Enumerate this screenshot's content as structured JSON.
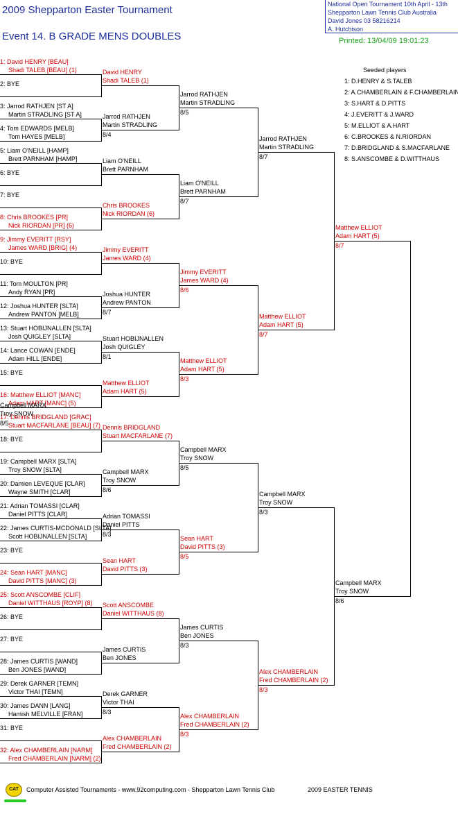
{
  "header": {
    "title": "2009 Shepparton Easter Tournament",
    "event": "Event 14. B GRADE MENS DOUBLES",
    "info": [
      "National Open Tournament   10th April - 13th",
      "Shepparton Lawn Tennis Club    Australia",
      "David Jones    03 58216214",
      "A. Hutchison"
    ],
    "printed": "Printed: 13/04/09 19:01:23"
  },
  "seeds": {
    "title": "Seeded players",
    "items": [
      "1: D.HENRY & S.TALEB",
      "2: A.CHAMBERLAIN & F.CHAMBERLAIN",
      "3: S.HART & D.PITTS",
      "4: J.EVERITT & J.WARD",
      "5: M.ELLIOT & A.HART",
      "6: C.BROOKES & N.RIORDAN",
      "7: D.BRIDGLAND & S.MACFARLANE",
      "8: S.ANSCOMBE & D.WITTHAUS"
    ]
  },
  "draw": [
    {
      "a": "1: David HENRY [BEAU]",
      "b": "Shadi TALEB [BEAU] (1)",
      "seed": true
    },
    {
      "a": "2: BYE",
      "b": "",
      "seed": false
    },
    {
      "a": "3: Jarrod RATHJEN [ST A]",
      "b": "Martin STRADLING [ST A]",
      "seed": false
    },
    {
      "a": "4: Tom EDWARDS [MELB]",
      "b": "Tom HAYES [MELB]",
      "seed": false
    },
    {
      "a": "5: Liam O'NEILL [HAMP]",
      "b": "Brett PARNHAM [HAMP]",
      "seed": false
    },
    {
      "a": "6: BYE",
      "b": "",
      "seed": false
    },
    {
      "a": "7: BYE",
      "b": "",
      "seed": false
    },
    {
      "a": "8: Chris BROOKES [PR]",
      "b": "Nick RIORDAN [PR] (6)",
      "seed": true
    },
    {
      "a": "9: Jimmy EVERITT [RSY]",
      "b": "James WARD [BRIG] (4)",
      "seed": true
    },
    {
      "a": "10: BYE",
      "b": "",
      "seed": false
    },
    {
      "a": "11: Tom MOULTON [PR]",
      "b": "Andy RYAN [PR]",
      "seed": false
    },
    {
      "a": "12: Joshua HUNTER [SLTA]",
      "b": "Andrew PANTON [MELB]",
      "seed": false
    },
    {
      "a": "13: Stuart HOBIJNALLEN [SLTA]",
      "b": "Josh QUIGLEY [SLTA]",
      "seed": false
    },
    {
      "a": "14: Lance COWAN [ENDE]",
      "b": "Adam HILL [ENDE]",
      "seed": false
    },
    {
      "a": "15: BYE",
      "b": "",
      "seed": false
    },
    {
      "a": "16: Matthew ELLIOT [MANC]",
      "b": "Adam HART [MANC] (5)",
      "seed": true
    },
    {
      "a": "17: Dennis BRIDGLAND [GRAC]",
      "b": "Stuart MACFARLANE [BEAU] (7)",
      "seed": true
    },
    {
      "a": "18: BYE",
      "b": "",
      "seed": false
    },
    {
      "a": "19: Campbell MARX [SLTA]",
      "b": "Troy SNOW [SLTA]",
      "seed": false
    },
    {
      "a": "20: Damien LEVEQUE [CLAR]",
      "b": "Wayne SMITH [CLAR]",
      "seed": false
    },
    {
      "a": "21: Adrian TOMASSI [CLAR]",
      "b": "Daniel PITTS [CLAR]",
      "seed": false
    },
    {
      "a": "22: James CURTIS-MCDONALD [SLTA]",
      "b": "Scott HOBIJNALLEN [SLTA]",
      "seed": false
    },
    {
      "a": "23: BYE",
      "b": "",
      "seed": false
    },
    {
      "a": "24: Sean HART [MANC]",
      "b": "David PITTS [MANC] (3)",
      "seed": true
    },
    {
      "a": "25: Scott ANSCOMBE [CLIF]",
      "b": "Daniel WITTHAUS [ROYP] (8)",
      "seed": true
    },
    {
      "a": "26: BYE",
      "b": "",
      "seed": false
    },
    {
      "a": "27: BYE",
      "b": "",
      "seed": false
    },
    {
      "a": "28: James CURTIS [WAND]",
      "b": "Ben JONES [WAND]",
      "seed": false
    },
    {
      "a": "29: Derek GARNER [TEMN]",
      "b": "Victor THAI [TEMN]",
      "seed": false
    },
    {
      "a": "30: James DANN [LANG]",
      "b": "Hamish MELVILLE [FRAN]",
      "seed": false
    },
    {
      "a": "31: BYE",
      "b": "",
      "seed": false
    },
    {
      "a": "32: Alex CHAMBERLAIN [NARM]",
      "b": "Fred CHAMBERLAIN [NARM] (2)",
      "seed": true
    }
  ],
  "rounds": [
    [
      {
        "a": "David HENRY",
        "b": "Shadi TALEB (1)",
        "score": "",
        "seed": true
      },
      {
        "a": "Jarrod RATHJEN",
        "b": "Martin STRADLING",
        "score": "8/4",
        "seed": false
      },
      {
        "a": "Liam O'NEILL",
        "b": "Brett PARNHAM",
        "score": "",
        "seed": false
      },
      {
        "a": "Chris BROOKES",
        "b": "Nick RIORDAN (6)",
        "score": "",
        "seed": true
      },
      {
        "a": "Jimmy EVERITT",
        "b": "James WARD (4)",
        "score": "",
        "seed": true
      },
      {
        "a": "Joshua HUNTER",
        "b": "Andrew PANTON",
        "score": "8/7",
        "seed": false
      },
      {
        "a": "Stuart HOBIJNALLEN",
        "b": "Josh QUIGLEY",
        "score": "8/1",
        "seed": false
      },
      {
        "a": "Matthew ELLIOT",
        "b": "Adam HART (5)",
        "score": "",
        "seed": true
      },
      {
        "a": "Dennis BRIDGLAND",
        "b": "Stuart MACFARLANE (7)",
        "score": "",
        "seed": true
      },
      {
        "a": "Campbell MARX",
        "b": "Troy SNOW",
        "score": "8/6",
        "seed": false
      },
      {
        "a": "Adrian TOMASSI",
        "b": "Daniel PITTS",
        "score": "8/3",
        "seed": false
      },
      {
        "a": "Sean HART",
        "b": "David PITTS (3)",
        "score": "",
        "seed": true
      },
      {
        "a": "Scott ANSCOMBE",
        "b": "Daniel WITTHAUS (8)",
        "score": "",
        "seed": true
      },
      {
        "a": "James CURTIS",
        "b": "Ben JONES",
        "score": "",
        "seed": false
      },
      {
        "a": "Derek GARNER",
        "b": "Victor THAI",
        "score": "8/3",
        "seed": false
      },
      {
        "a": "Alex CHAMBERLAIN",
        "b": "Fred CHAMBERLAIN (2)",
        "score": "",
        "seed": true
      }
    ],
    [
      {
        "a": "Jarrod RATHJEN",
        "b": "Martin STRADLING",
        "score": "8/5",
        "seed": false
      },
      {
        "a": "Liam O'NEILL",
        "b": "Brett PARNHAM",
        "score": "8/7",
        "seed": false
      },
      {
        "a": "Jimmy EVERITT",
        "b": "James WARD (4)",
        "score": "8/6",
        "seed": true
      },
      {
        "a": "Matthew ELLIOT",
        "b": "Adam HART (5)",
        "score": "8/3",
        "seed": true
      },
      {
        "a": "Campbell MARX",
        "b": "Troy SNOW",
        "score": "8/5",
        "seed": false
      },
      {
        "a": "Sean HART",
        "b": "David PITTS (3)",
        "score": "8/5",
        "seed": true
      },
      {
        "a": "James CURTIS",
        "b": "Ben JONES",
        "score": "8/3",
        "seed": false
      },
      {
        "a": "Alex CHAMBERLAIN",
        "b": "Fred CHAMBERLAIN (2)",
        "score": "8/3",
        "seed": true
      }
    ],
    [
      {
        "a": "Jarrod RATHJEN",
        "b": "Martin STRADLING",
        "score": "8/7",
        "seed": false
      },
      {
        "a": "Matthew ELLIOT",
        "b": "Adam HART (5)",
        "score": "8/7",
        "seed": true
      },
      {
        "a": "Campbell MARX",
        "b": "Troy SNOW",
        "score": "8/3",
        "seed": false
      },
      {
        "a": "Alex CHAMBERLAIN",
        "b": "Fred CHAMBERLAIN (2)",
        "score": "8/3",
        "seed": true
      }
    ],
    [
      {
        "a": "Matthew ELLIOT",
        "b": "Adam HART (5)",
        "score": "8/7",
        "seed": true
      },
      {
        "a": "Campbell MARX",
        "b": "Troy SNOW",
        "score": "8/6",
        "seed": false
      }
    ],
    [
      {
        "a": "Campbell MARX",
        "b": "Troy SNOW",
        "score": "8/5",
        "seed": false
      }
    ]
  ],
  "footer": {
    "logo": "CAT",
    "text": "Computer Assisted Tournaments - www.92computing.com -  Shepparton Lawn Tennis Club",
    "right": "2009 EASTER TENNIS"
  }
}
